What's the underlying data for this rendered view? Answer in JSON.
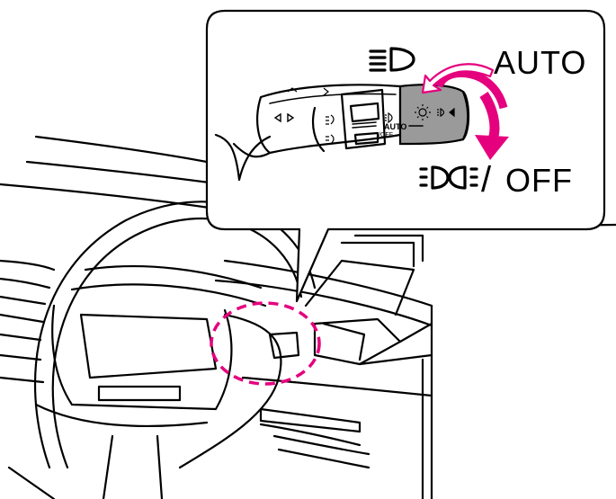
{
  "callout": {
    "auto_label": "AUTO",
    "off_label": "OFF",
    "separator": "/",
    "switch_auto_label": "AUTO",
    "switch_off_label": "/OFF"
  },
  "icons": {
    "headlight": "low-beam-headlight-icon",
    "position_lamps": "position-lamps-icon",
    "auto_light": "auto-light-icon",
    "turn_signal": "turn-signal-icon",
    "fog_light": "fog-light-icon"
  },
  "colors": {
    "accent": "#E5007E",
    "lever_tip": "#9A9A9A",
    "line": "#000000"
  }
}
